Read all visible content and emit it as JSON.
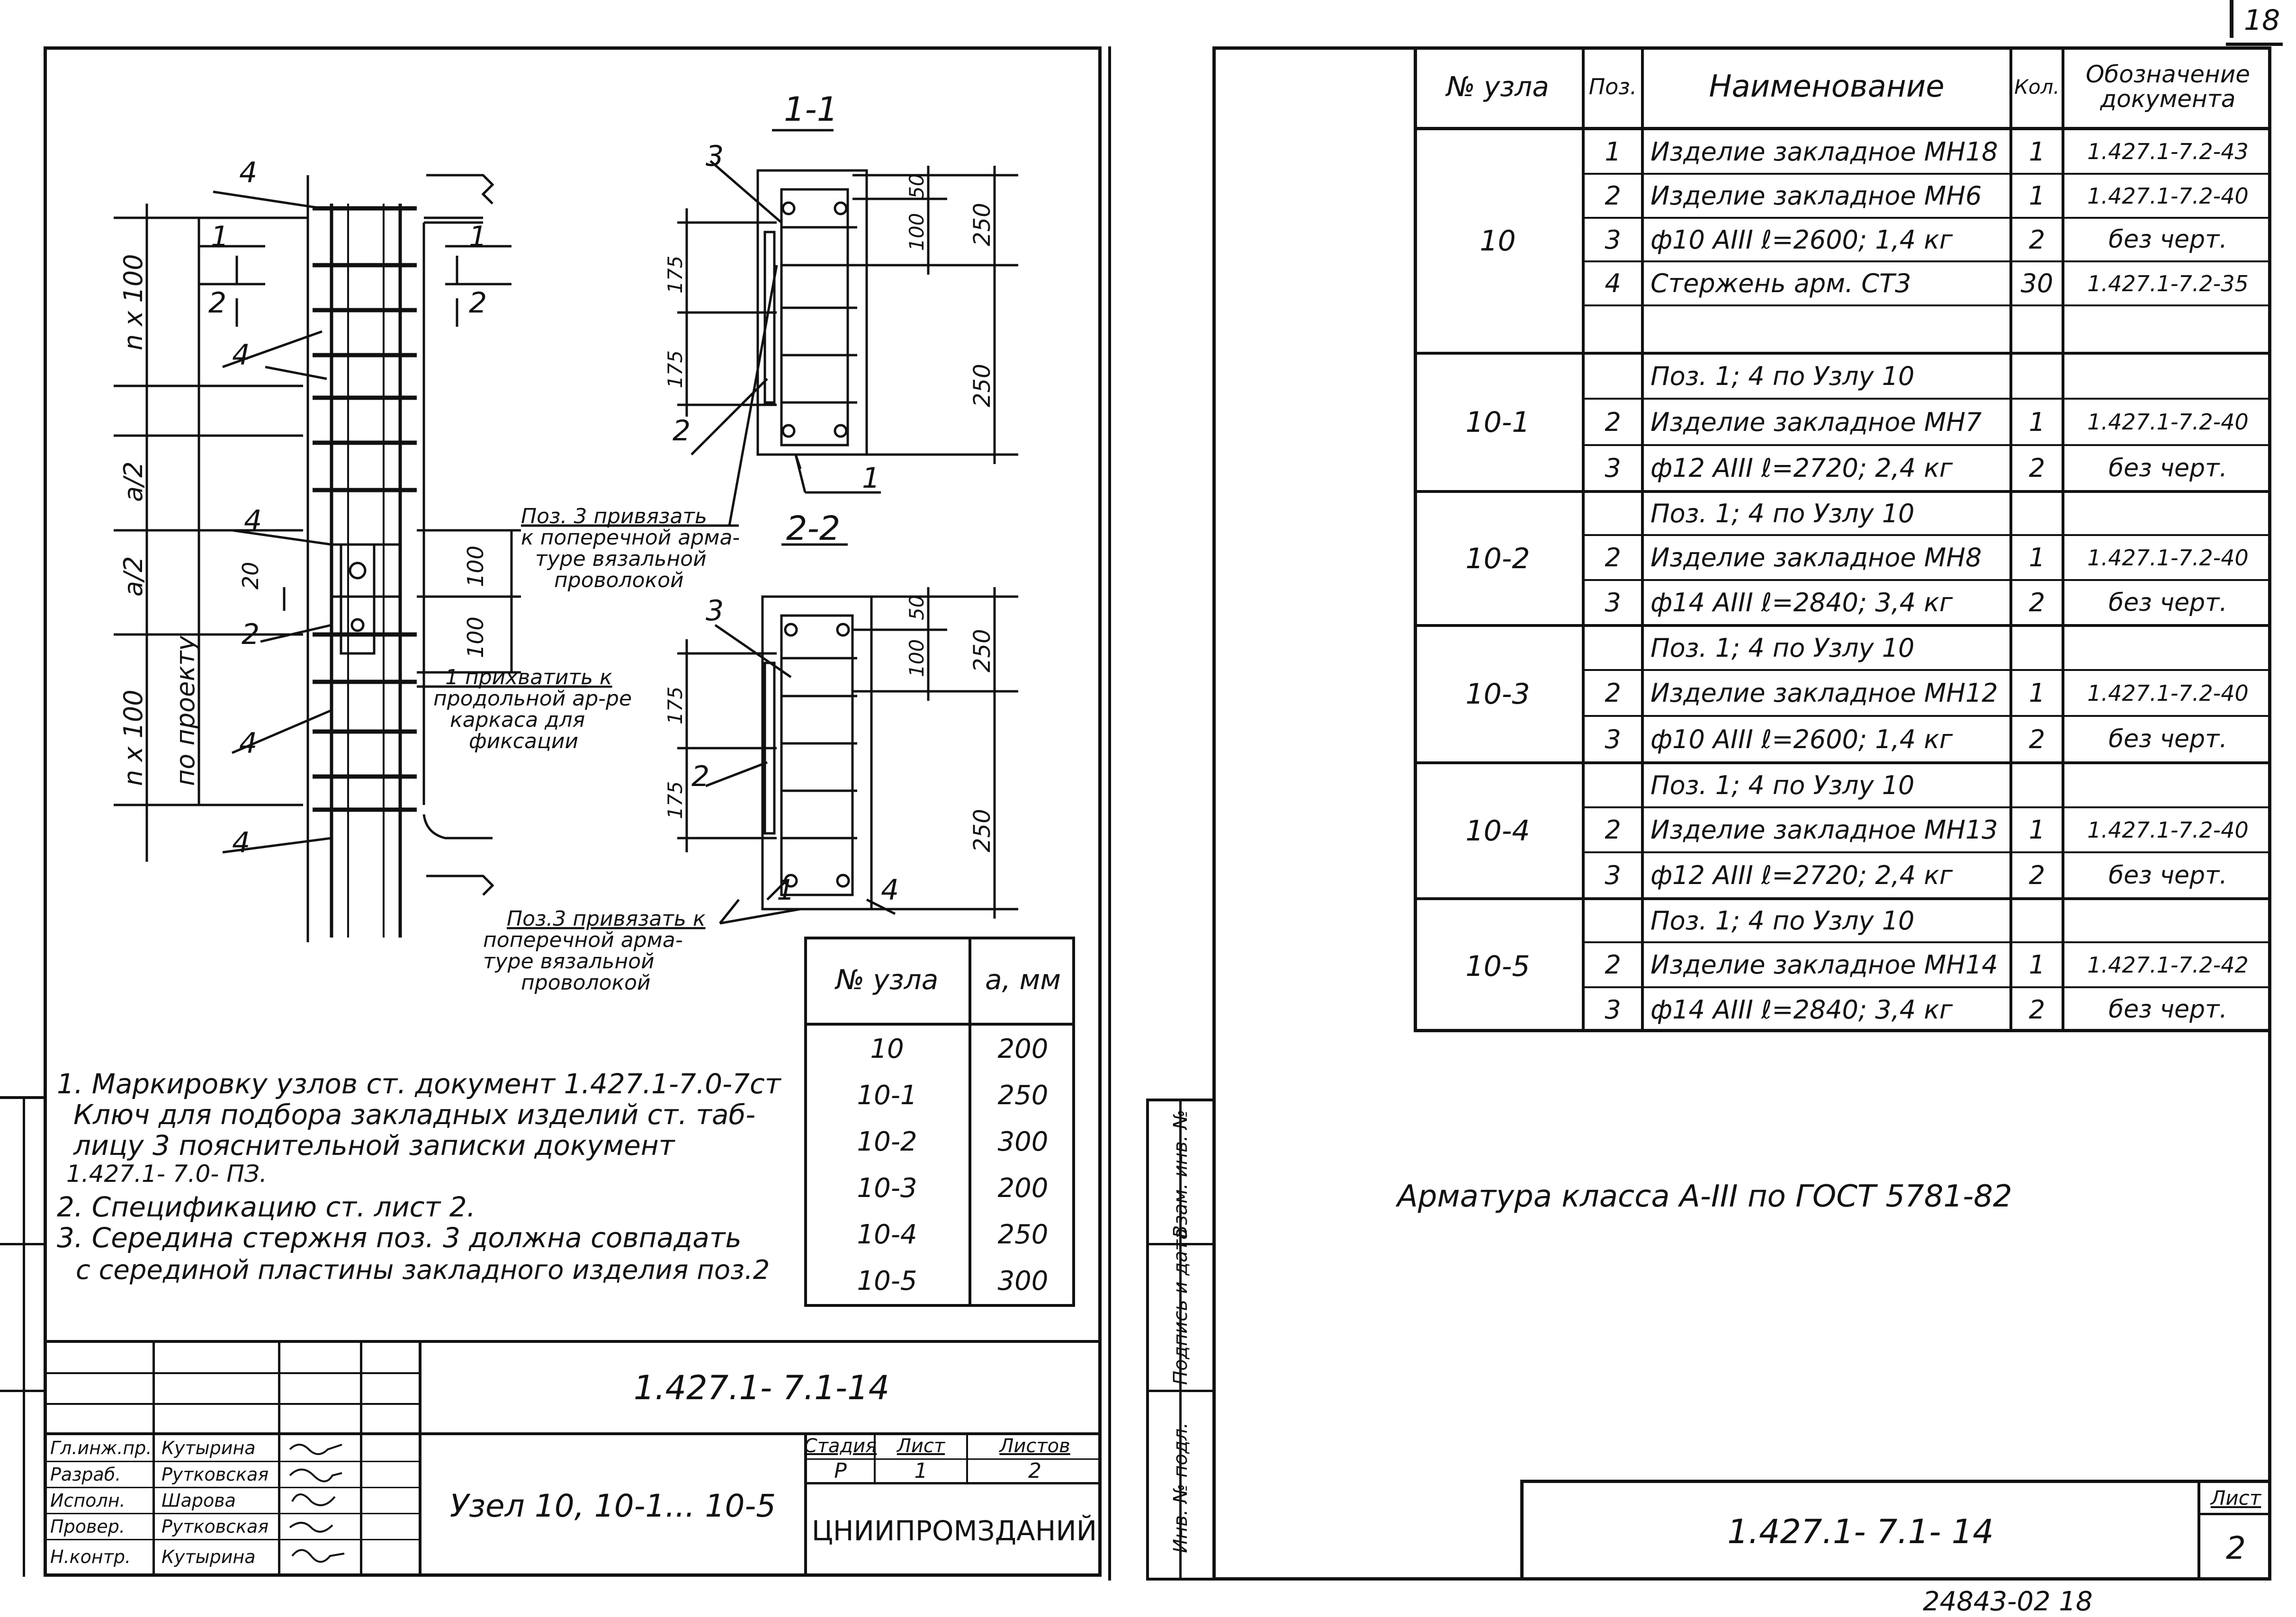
{
  "page_number": "18",
  "bottom_stamp": "24843-02 18",
  "left_sheet": {
    "section_1_label": "1-1",
    "section_2_label": "2-2",
    "elevation_labels": {
      "spacing_top": "n x 100",
      "spacing_bottom": "n x 100",
      "a_half_top": "a/2",
      "a_half_bottom": "a/2",
      "by_project": "по проекту",
      "dim_20": "20",
      "dim_100": "100",
      "dim_100b": "100",
      "cut_1": "1",
      "cut_1b": "1",
      "cut_2": "2",
      "cut_2b": "2",
      "pos_4_a": "4",
      "pos_4_b": "4",
      "pos_4_c": "4",
      "pos_4_d": "4",
      "pos_4_e": "4",
      "pos_2": "2"
    },
    "section_labels": {
      "s1_pos3": "3",
      "s1_pos2": "2",
      "s1_pos1": "1",
      "s1_d175a": "175",
      "s1_d175b": "175",
      "s1_d50": "50",
      "s1_d100": "100",
      "s1_d250a": "250",
      "s1_d250b": "250",
      "s2_pos3": "3",
      "s2_pos2": "2",
      "s2_pos1": "1",
      "s2_pos4": "4",
      "s2_d175a": "175",
      "s2_d175b": "175",
      "s2_d50": "50",
      "s2_d100": "100",
      "s2_d250a": "250",
      "s2_d250b": "250"
    },
    "callout_1": [
      "Поз. 3 привязать",
      "к поперечной арма-",
      "туре вязальной",
      "проволокой"
    ],
    "callout_2": [
      "1 прихватить к",
      "продольной ар-ре",
      "каркаса для",
      "фиксации"
    ],
    "callout_3": [
      "Поз.3 привязать к",
      "поперечной арма-",
      "туре вязальной",
      "проволокой"
    ],
    "notes": [
      "1. Маркировку узлов ст. документ 1.427.1-7.0-7ст",
      "Ключ для подбора закладных изделий ст. таб-",
      "лицу 3 пояснительной записки документ",
      "1.427.1- 7.0- ПЗ.",
      "2. Спецификацию ст. лист 2.",
      "3. Середина стержня поз. 3 должна совпадать",
      "с серединой пластины закладного изделия поз.2"
    ],
    "node_table": {
      "headers": [
        "№ узла",
        "a, мм"
      ],
      "rows": [
        [
          "10",
          "200"
        ],
        [
          "10-1",
          "250"
        ],
        [
          "10-2",
          "300"
        ],
        [
          "10-3",
          "200"
        ],
        [
          "10-4",
          "250"
        ],
        [
          "10-5",
          "300"
        ]
      ]
    },
    "title_block": {
      "doc_code": "1.427.1- 7.1-14",
      "title": "Узел 10, 10-1... 10-5",
      "stage_header": "Стадия",
      "sheet_header": "Лист",
      "sheets_header": "Листов",
      "stage": "Р",
      "sheet": "1",
      "sheets": "2",
      "org": "ЦНИИПРОМЗДАНИЙ",
      "people": [
        [
          "Гл.инж.пр.",
          "Кутырина"
        ],
        [
          "Разраб.",
          "Рутковская"
        ],
        [
          "Исполн.",
          "Шарова"
        ],
        [
          "Провер.",
          "Рутковская"
        ],
        [
          "Н.контр.",
          "Кутырина"
        ]
      ]
    }
  },
  "right_sheet": {
    "spec_table": {
      "headers": [
        "№ узла",
        "Поз.",
        "Наименование",
        "Кол.",
        "Обозначение документа"
      ],
      "groups": [
        {
          "node": "10",
          "rows": [
            [
              "1",
              "Изделие закладное МН18",
              "1",
              "1.427.1-7.2-43"
            ],
            [
              "2",
              "Изделие закладное МН6",
              "1",
              "1.427.1-7.2-40"
            ],
            [
              "3",
              "ф10 АIII ℓ=2600; 1,4 кг",
              "2",
              "без черт."
            ],
            [
              "4",
              "Стержень арм. СТ3",
              "30",
              "1.427.1-7.2-35"
            ],
            [
              "",
              "",
              "",
              ""
            ]
          ]
        },
        {
          "node": "10-1",
          "rows": [
            [
              "",
              "Поз. 1; 4 по Узлу 10",
              "",
              ""
            ],
            [
              "2",
              "Изделие закладное МН7",
              "1",
              "1.427.1-7.2-40"
            ],
            [
              "3",
              "ф12 АIII ℓ=2720; 2,4 кг",
              "2",
              "без черт."
            ]
          ]
        },
        {
          "node": "10-2",
          "rows": [
            [
              "",
              "Поз. 1; 4 по Узлу 10",
              "",
              ""
            ],
            [
              "2",
              "Изделие закладное МН8",
              "1",
              "1.427.1-7.2-40"
            ],
            [
              "3",
              "ф14 АIII ℓ=2840; 3,4 кг",
              "2",
              "без черт."
            ]
          ]
        },
        {
          "node": "10-3",
          "rows": [
            [
              "",
              "Поз. 1; 4 по Узлу 10",
              "",
              ""
            ],
            [
              "2",
              "Изделие закладное МН12",
              "1",
              "1.427.1-7.2-40"
            ],
            [
              "3",
              "ф10 АIII ℓ=2600; 1,4 кг",
              "2",
              "без черт."
            ]
          ]
        },
        {
          "node": "10-4",
          "rows": [
            [
              "",
              "Поз. 1; 4 по Узлу 10",
              "",
              ""
            ],
            [
              "2",
              "Изделие закладное МН13",
              "1",
              "1.427.1-7.2-40"
            ],
            [
              "3",
              "ф12 АIII ℓ=2720; 2,4 кг",
              "2",
              "без черт."
            ]
          ]
        },
        {
          "node": "10-5",
          "rows": [
            [
              "",
              "Поз. 1; 4 по Узлу 10",
              "",
              ""
            ],
            [
              "2",
              "Изделие закладное МН14",
              "1",
              "1.427.1-7.2-42"
            ],
            [
              "3",
              "ф14 АIII ℓ=2840; 3,4 кг",
              "2",
              "без черт."
            ]
          ]
        }
      ]
    },
    "rebar_note": "Арматура класса А-III по ГОСТ 5781-82",
    "side_stamp": [
      "Инв. № подл.",
      "Подпись и дата",
      "Взам. инв. №"
    ],
    "title_code": "1.427.1- 7.1- 14",
    "sheet_header": "Лист",
    "sheet_no": "2"
  }
}
